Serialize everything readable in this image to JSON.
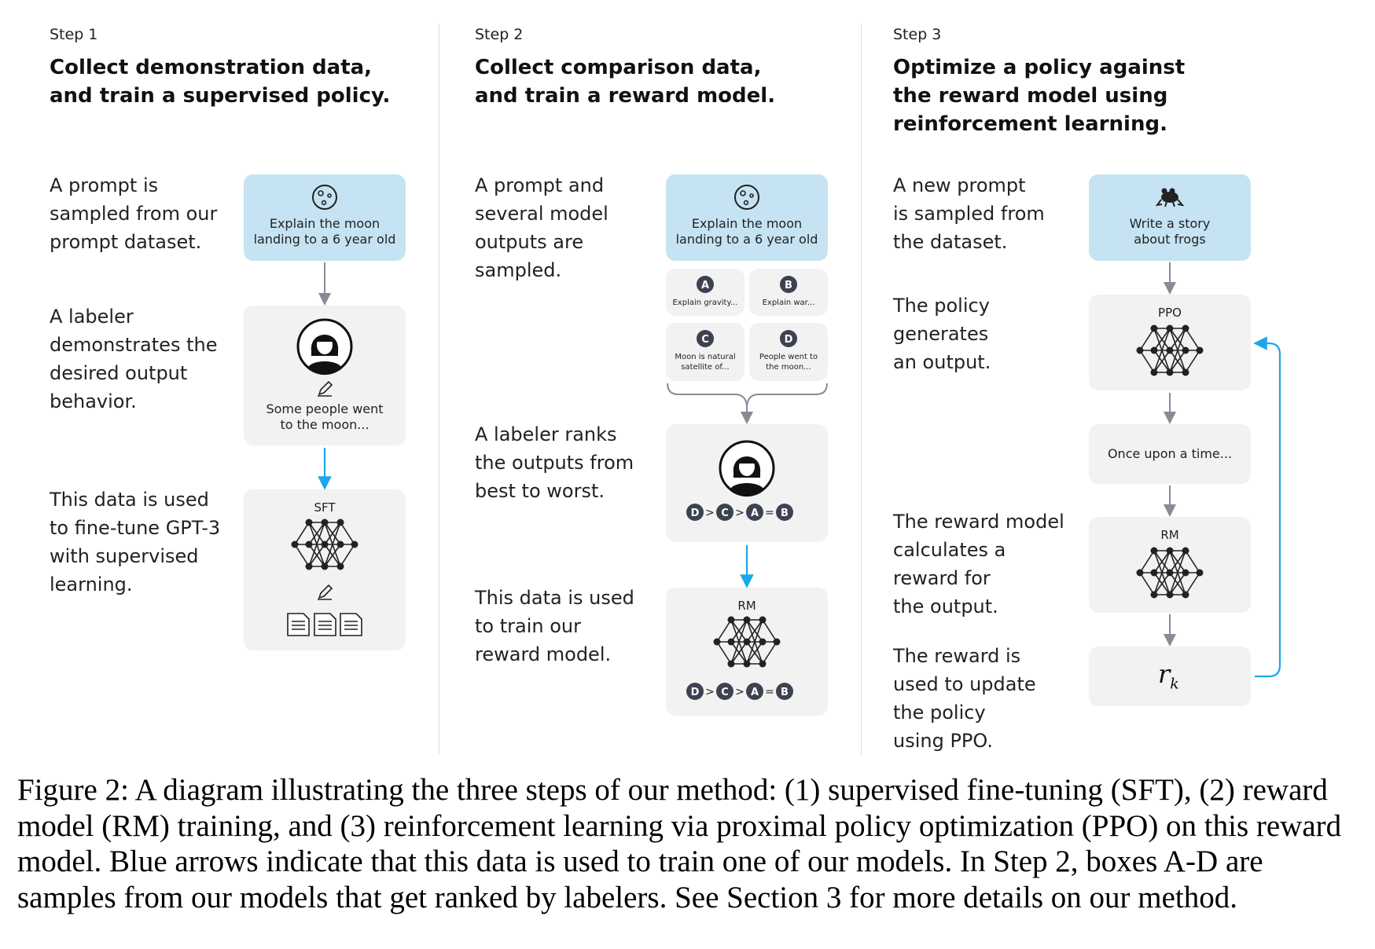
{
  "steps": [
    {
      "label": "Step 1",
      "title_l1": "Collect demonstration data,",
      "title_l2": "and train a supervised policy.",
      "desc1": [
        "A prompt is",
        "sampled from our",
        "prompt dataset."
      ],
      "desc2": [
        "A labeler",
        "demonstrates the",
        "desired output",
        "behavior."
      ],
      "desc3": [
        "This data is used",
        "to fine-tune GPT-3",
        "with supervised",
        "learning."
      ],
      "prompt": [
        "Explain the moon",
        "landing to a 6 year old"
      ],
      "output": [
        "Some people went",
        "to the moon..."
      ],
      "model": "SFT"
    },
    {
      "label": "Step 2",
      "title_l1": "Collect comparison data,",
      "title_l2": "and train a reward model.",
      "desc1": [
        "A prompt and",
        "several model",
        "outputs are",
        "sampled."
      ],
      "desc2": [
        "A labeler ranks",
        "the outputs from",
        "best to worst."
      ],
      "desc3": [
        "This data is used",
        "to train our",
        "reward model."
      ],
      "prompt": [
        "Explain the moon",
        "landing to a 6 year old"
      ],
      "samples": [
        {
          "badge": "A",
          "text": [
            "Explain gravity..."
          ]
        },
        {
          "badge": "B",
          "text": [
            "Explain war..."
          ]
        },
        {
          "badge": "C",
          "text": [
            "Moon is natural",
            "satellite of..."
          ]
        },
        {
          "badge": "D",
          "text": [
            "People went to",
            "the moon..."
          ]
        }
      ],
      "ranking": [
        "D",
        ">",
        "C",
        ">",
        "A",
        "=",
        "B"
      ],
      "model": "RM"
    },
    {
      "label": "Step 3",
      "title_l1": "Optimize a policy against",
      "title_l2": "the reward model using",
      "title_l3": "reinforcement learning.",
      "desc1": [
        "A new prompt",
        "is sampled from",
        "the dataset."
      ],
      "desc2": [
        "The policy",
        "generates",
        "an output."
      ],
      "desc3": [
        "The reward model",
        "calculates a",
        "reward for",
        "the output."
      ],
      "desc4": [
        "The reward is",
        "used to update",
        "the policy",
        "using PPO."
      ],
      "prompt": [
        "Write a story",
        "about frogs"
      ],
      "policy_model": "PPO",
      "output": "Once upon a time...",
      "reward_model": "RM",
      "reward_symbol": "r",
      "reward_subscript": "k"
    }
  ],
  "caption": "Figure 2: A diagram illustrating the three steps of our method: (1) supervised fine-tuning (SFT), (2) reward model (RM) training, and (3) reinforcement learning via proximal policy optimization (PPO) on this reward model. Blue arrows indicate that this data is used to train one of our models. In Step 2, boxes A-D are samples from our models that get ranked by labelers. See Section 3 for more details on our method.",
  "colors": {
    "prompt_box": "#c5e3f2",
    "model_box": "#f2f2f2",
    "blue_arrow": "#1ca7ec",
    "gray_arrow": "#8a8a96",
    "badge": "#3c4250"
  },
  "icons": [
    "moon-icon",
    "frog-icon",
    "labeler-avatar-icon",
    "pencil-icon",
    "neural-network-icon",
    "document-icon"
  ]
}
